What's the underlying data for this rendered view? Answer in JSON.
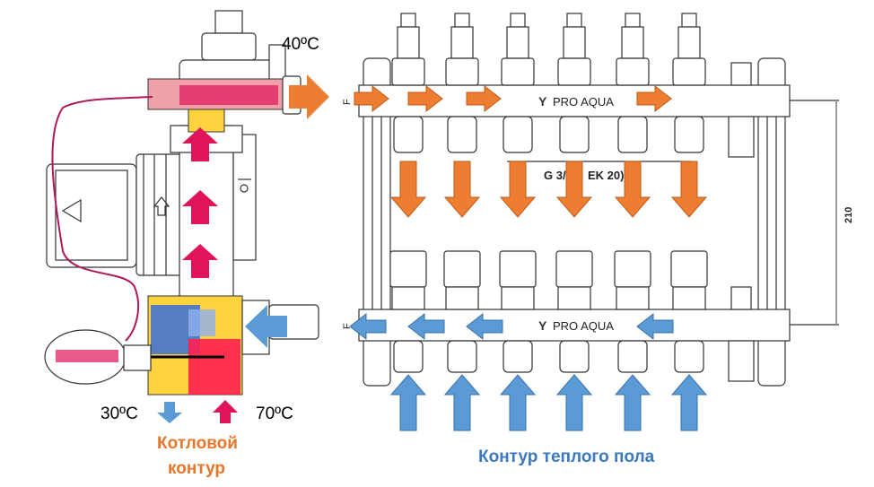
{
  "colors": {
    "hot": "#ed7d31",
    "cold": "#5b9bd5",
    "pump_hot": "#e0145a",
    "boiler_label": "#e8762b",
    "floor_label": "#3b78c2"
  },
  "labels": {
    "supply_temp": "40ºC",
    "return_temp": "30ºC",
    "boiler_temp": "70ºC",
    "boiler_circuit_line1": "Котловой",
    "boiler_circuit_line2": "контур",
    "floor_circuit": "Контур теплого пола"
  },
  "manifold": {
    "brand_top": "PRO AQUA",
    "brand_bottom": "PRO AQUA",
    "thread_label_left": "G 3/",
    "thread_label_right": "EK 20)",
    "dimension": "210",
    "flange_top": "F",
    "flange_bottom": "F",
    "outlets": 6
  }
}
